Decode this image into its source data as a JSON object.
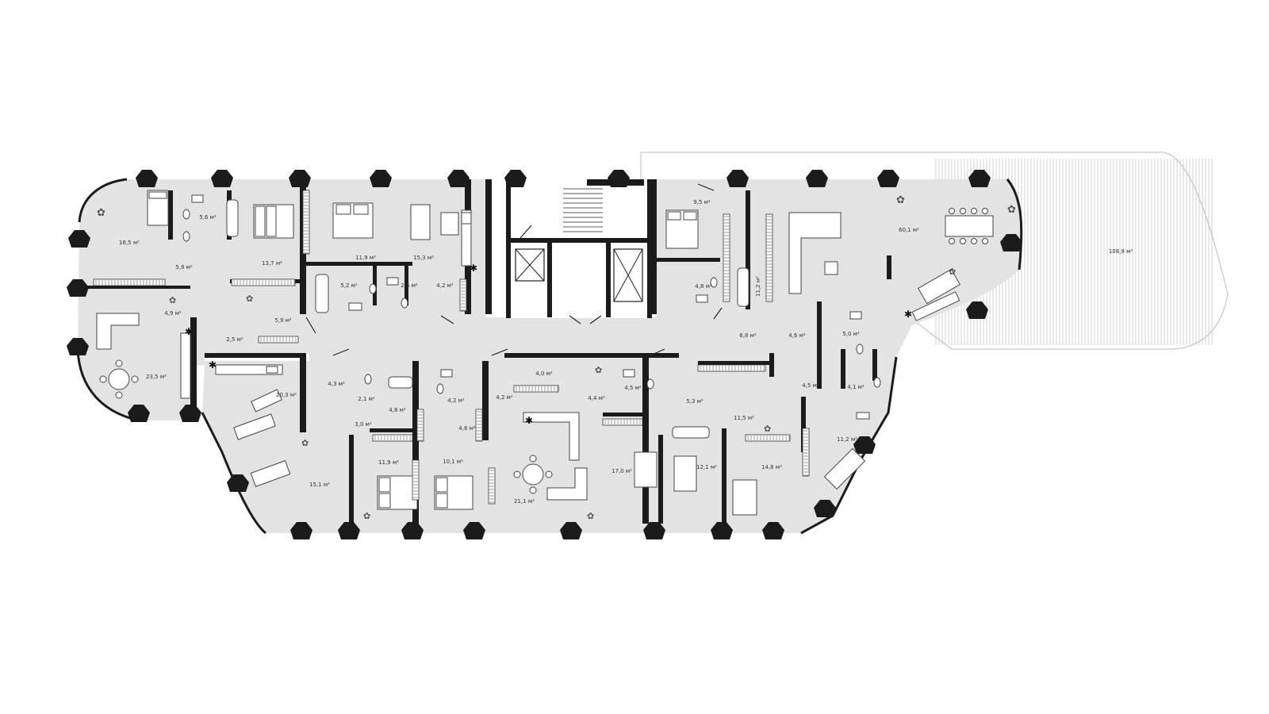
{
  "rooms": [
    {
      "id": "r01",
      "area": "16,5 м²"
    },
    {
      "id": "r02",
      "area": "5,6 м²"
    },
    {
      "id": "r03",
      "area": "5,9 м²"
    },
    {
      "id": "r04",
      "area": "13,7 м²"
    },
    {
      "id": "r05",
      "area": "11,9 м²"
    },
    {
      "id": "r06",
      "area": "15,3 м²"
    },
    {
      "id": "r07",
      "area": "5,2 м²"
    },
    {
      "id": "r08",
      "area": "2,5 м²"
    },
    {
      "id": "r09",
      "area": "4,2 м²"
    },
    {
      "id": "r10",
      "area": "4,9 м²"
    },
    {
      "id": "r11",
      "area": "5,9 м²"
    },
    {
      "id": "r12",
      "area": "2,5 м²"
    },
    {
      "id": "r13",
      "area": "23,5 м²"
    },
    {
      "id": "r14",
      "area": "20,3 м²"
    },
    {
      "id": "r15",
      "area": "4,3 м²"
    },
    {
      "id": "r16",
      "area": "2,1 м²"
    },
    {
      "id": "r17",
      "area": "4,8 м²"
    },
    {
      "id": "r18",
      "area": "3,0 м²"
    },
    {
      "id": "r19",
      "area": "15,1 м²"
    },
    {
      "id": "r20",
      "area": "11,9 м²"
    },
    {
      "id": "r21",
      "area": "4,2 м²"
    },
    {
      "id": "r22",
      "area": "4,6 м²"
    },
    {
      "id": "r23",
      "area": "10,1 м²"
    },
    {
      "id": "r24",
      "area": "4,2 м²"
    },
    {
      "id": "r25",
      "area": "4,0 м²"
    },
    {
      "id": "r26",
      "area": "21,1 м²"
    },
    {
      "id": "r27",
      "area": "4,4 м²"
    },
    {
      "id": "r28",
      "area": "17,0 м²"
    },
    {
      "id": "r29",
      "area": "4,5 м²"
    },
    {
      "id": "r30",
      "area": "5,3 м²"
    },
    {
      "id": "r31",
      "area": "12,1 м²"
    },
    {
      "id": "r32",
      "area": "11,5 м²"
    },
    {
      "id": "r33",
      "area": "14,8 м²"
    },
    {
      "id": "r34",
      "area": "4,5 м²"
    },
    {
      "id": "r35",
      "area": "4,1 м²"
    },
    {
      "id": "r36",
      "area": "11,2 м²"
    },
    {
      "id": "r37",
      "area": "9,5 м²"
    },
    {
      "id": "r38",
      "area": "4,8 м²"
    },
    {
      "id": "r39",
      "area": "11,2 м²"
    },
    {
      "id": "r40",
      "area": "6,8 м²"
    },
    {
      "id": "r41",
      "area": "4,6 м²"
    },
    {
      "id": "r42",
      "area": "5,0 м²"
    },
    {
      "id": "r43",
      "area": "60,1 м²"
    },
    {
      "id": "r44",
      "area": "108,9 м²"
    }
  ],
  "icons": [
    "plant-icon",
    "snowflake-icon",
    "bed-icon",
    "sofa-icon",
    "dining-table-icon",
    "bathtub-icon",
    "toilet-icon",
    "sink-icon",
    "stove-icon",
    "elevator-icon",
    "stairs-icon"
  ]
}
